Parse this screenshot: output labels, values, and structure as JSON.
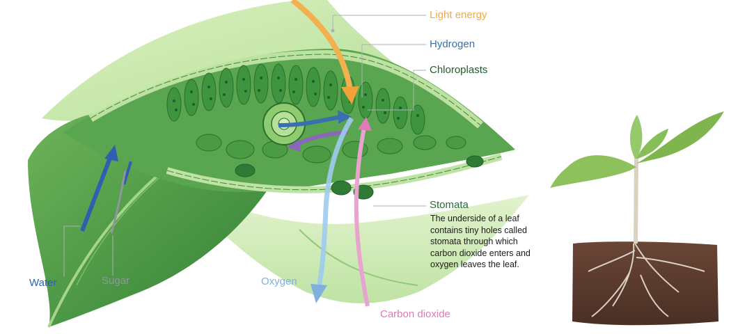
{
  "labels": {
    "light_energy": "Light energy",
    "hydrogen": "Hydrogen",
    "chloroplasts": "Chloroplasts",
    "stomata": "Stomata",
    "water": "Water",
    "sugar": "Sugar",
    "oxygen": "Oxygen",
    "carbon_dioxide": "Carbon dioxide"
  },
  "stomata_description": "The underside of a leaf contains tiny holes called stomata through which carbon dioxide enters and oxygen leaves the leaf.",
  "colors": {
    "light_energy": "#f3a84a",
    "hydrogen": "#3a6fb0",
    "chloroplasts": "#1f5e2c",
    "stomata": "#2c6a37",
    "water": "#2f5fae",
    "sugar": "#8e979c",
    "oxygen": "#7fb0e0",
    "carbon_dioxide": "#e07ab8",
    "leaf_dark": "#3f8f3a",
    "leaf_light": "#a9d98a",
    "soil": "#5b3b2e"
  },
  "icons": [
    "leaf-illustration",
    "seedling-illustration",
    "light-arrow",
    "water-arrow",
    "sugar-arrow",
    "oxygen-arrow",
    "carbon-dioxide-arrow",
    "hydrogen-arrow"
  ]
}
